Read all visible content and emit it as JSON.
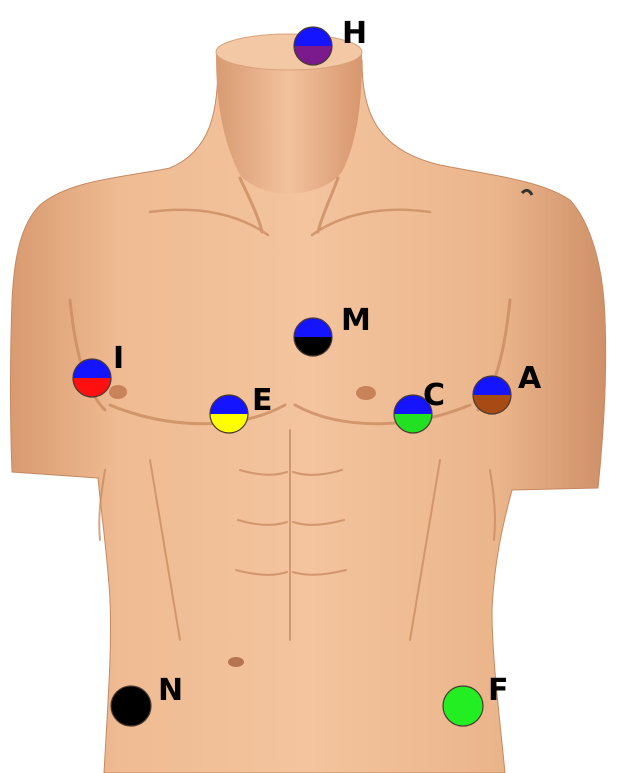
{
  "colors": {
    "background": "#ffffff",
    "skin_light": "#f0bf96",
    "skin_mid": "#e8ad83",
    "skin_shadow": "#c88a63",
    "skin_dark": "#a86b49",
    "label": "#000000",
    "outline": "#4a3a30"
  },
  "electrodes": [
    {
      "id": "H",
      "label": "H",
      "top_color": "#1414ff",
      "bottom_color": "#7a1a8c"
    },
    {
      "id": "M",
      "label": "M",
      "top_color": "#1414ff",
      "bottom_color": "#000000"
    },
    {
      "id": "I",
      "label": "I",
      "top_color": "#1414ff",
      "bottom_color": "#ff1010"
    },
    {
      "id": "E",
      "label": "E",
      "top_color": "#1414ff",
      "bottom_color": "#ffff00"
    },
    {
      "id": "C",
      "label": "C",
      "top_color": "#1414ff",
      "bottom_color": "#22e022"
    },
    {
      "id": "A",
      "label": "A",
      "top_color": "#1414ff",
      "bottom_color": "#a84a14"
    },
    {
      "id": "N",
      "label": "N",
      "top_color": "#000000",
      "bottom_color": "#000000"
    },
    {
      "id": "F",
      "label": "F",
      "top_color": "#22ee22",
      "bottom_color": "#22ee22"
    }
  ]
}
